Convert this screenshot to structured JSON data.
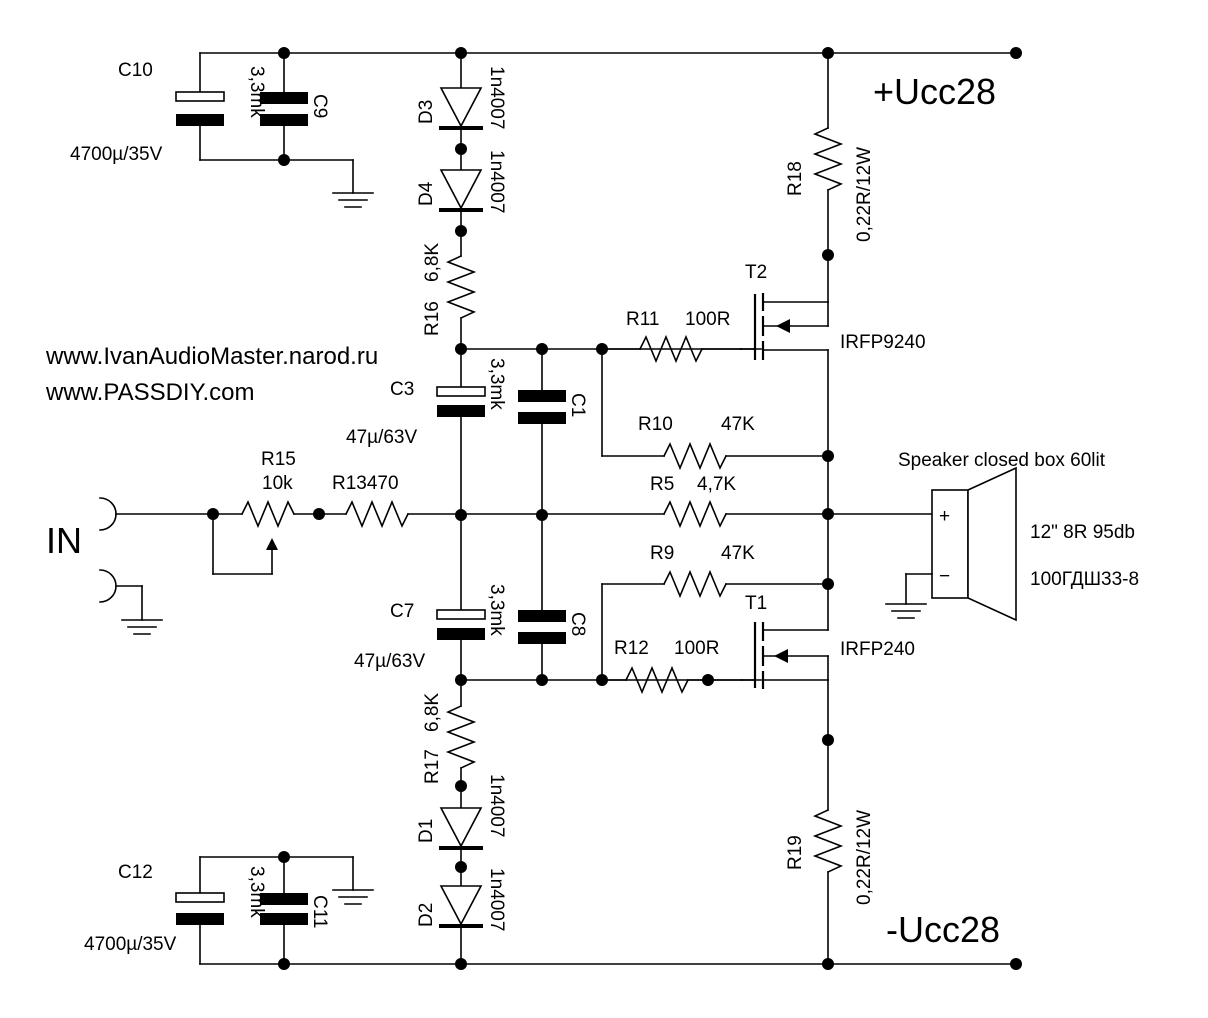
{
  "labels": {
    "c10": "C10",
    "c10_cap": "3,3mk",
    "c9": "C9",
    "c10_value": "4700µ/35V",
    "c12": "C12",
    "c12_cap": "3,3mk",
    "c11": "C11",
    "c12_value": "4700µ/35V",
    "d3": "D3",
    "d3_type": "1n4007",
    "d4": "D4",
    "d4_type": "1n4007",
    "r16": "R16",
    "r16_value": "6,8K",
    "c3": "C3",
    "c3_cap": "3,3mk",
    "c3_value": "47µ/63V",
    "c1": "C1",
    "c7": "C7",
    "c7_cap": "3,3mk",
    "c7_value": "47µ/63V",
    "c8": "C8",
    "r17": "R17",
    "r17_value": "6,8K",
    "d1": "D1",
    "d1_type": "1n4007",
    "d2": "D2",
    "d2_type": "1n4007",
    "r15": "R15",
    "r15_value": "10k",
    "r13": "R13470",
    "in": "IN",
    "r11": "R11",
    "r11_value": "100R",
    "r10": "R10",
    "r10_value": "47K",
    "r5": "R5",
    "r5_value": "4,7K",
    "r9": "R9",
    "r9_value": "47K",
    "r12": "R12",
    "r12_value": "100R",
    "t2": "T2",
    "t2_type": "IRFP9240",
    "t1": "T1",
    "t1_type": "IRFP240",
    "r18": "R18",
    "r18_value": "0,22R/12W",
    "r19": "R19",
    "r19_value": "0,22R/12W",
    "vcc_pos": "+Ucc28",
    "vcc_neg": "-Ucc28",
    "speaker_title": "Speaker closed box 60lit",
    "speaker_spec": "12\" 8R 95db",
    "speaker_model": "100ГДШ33-8",
    "speaker_plus": "+",
    "speaker_minus": "−",
    "url1": "www.IvanAudioMaster.narod.ru",
    "url2": "www.PASSDIY.com"
  }
}
